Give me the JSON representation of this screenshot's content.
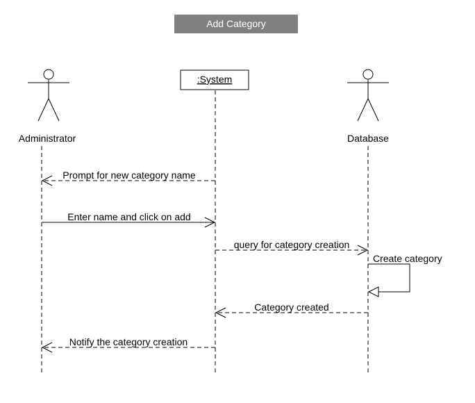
{
  "title": "Add Category",
  "participants": {
    "administrator": "Administrator",
    "system": ":System",
    "database": "Database"
  },
  "messages": [
    {
      "label": "Prompt for new category name",
      "from": "system",
      "to": "administrator",
      "style": "dashed-open"
    },
    {
      "label": "Enter name and click on add",
      "from": "administrator",
      "to": "system",
      "style": "solid-open"
    },
    {
      "label": "query for category creation",
      "from": "system",
      "to": "database",
      "style": "dashed-open"
    },
    {
      "label": "Create category",
      "from": "database",
      "to": "database",
      "style": "self-hollow"
    },
    {
      "label": "Category created",
      "from": "database",
      "to": "system",
      "style": "dashed-open"
    },
    {
      "label": "Notify the category creation",
      "from": "system",
      "to": "administrator",
      "style": "dashed-open"
    }
  ],
  "colors": {
    "title_bg": "#808080",
    "title_text": "#ffffff",
    "line": "#000000"
  }
}
